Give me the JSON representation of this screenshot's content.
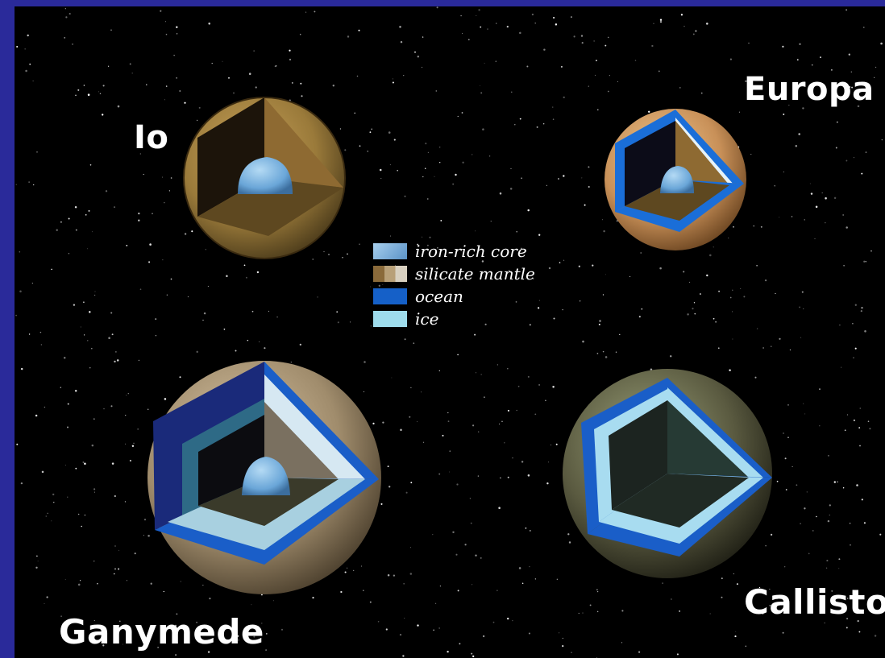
{
  "moons": {
    "io": {
      "label": "Io"
    },
    "europa": {
      "label": "Europa"
    },
    "ganymede": {
      "label": "Ganymede"
    },
    "callisto": {
      "label": "Callisto"
    }
  },
  "legend": [
    {
      "label": "iron-rich core",
      "swatch": "iron-rich-core",
      "color": "#6aa6d8"
    },
    {
      "label": "silicate mantle",
      "swatch": "silicate-mantle",
      "color": "#8a6a3a"
    },
    {
      "label": "ocean",
      "swatch": "ocean",
      "color": "#1560c8"
    },
    {
      "label": "ice",
      "swatch": "ice",
      "color": "#9edcec"
    }
  ],
  "colors": {
    "border": "#2a2a9a",
    "space": "#000000",
    "label": "#ffffff"
  }
}
